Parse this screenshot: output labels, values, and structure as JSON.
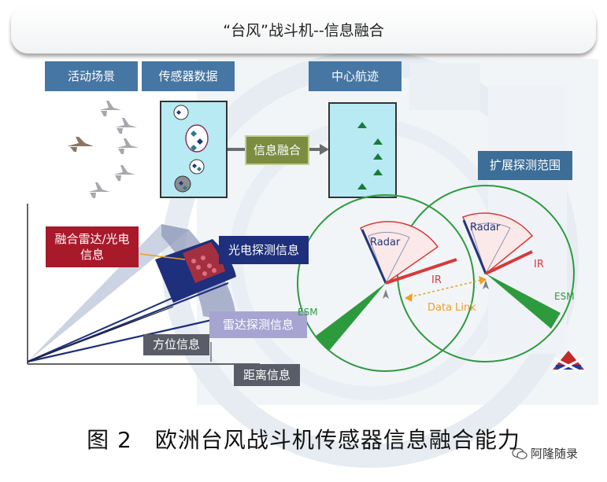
{
  "title": "“台风”战斗机--信息融合",
  "tabs": {
    "scene": "活动场景",
    "sensor_data": "传感器数据",
    "center_track": "中心航迹"
  },
  "fusion_label": "信息融合",
  "expand_label": "扩展探测范围",
  "fused_label": "融合雷达/光电信息",
  "eo_label": "光电探测信息",
  "radar_label": "雷达探测信息",
  "bearing_label": "方位信息",
  "range_label": "距离信息",
  "diagram_text": {
    "radar": "Radar",
    "ir": "IR",
    "esm": "ESM",
    "data_link": "Data Link"
  },
  "caption": "图 2　欧洲台风战斗机传感器信息融合能力",
  "watermark": "阿隆随录",
  "colors": {
    "tab_blue": "#4676a3",
    "fusion_olive": "#7c8c40",
    "fused_red": "#a8192a",
    "eo_navy": "#1e2f7c",
    "radar_lavender": "#a7a4d2",
    "gray_label": "#5a5c68",
    "range_circle_green": "#2e9a3e",
    "radar_sector_red": "#d63a3a",
    "radar_navy": "#22377a",
    "data_link_orange": "#f0a020"
  }
}
